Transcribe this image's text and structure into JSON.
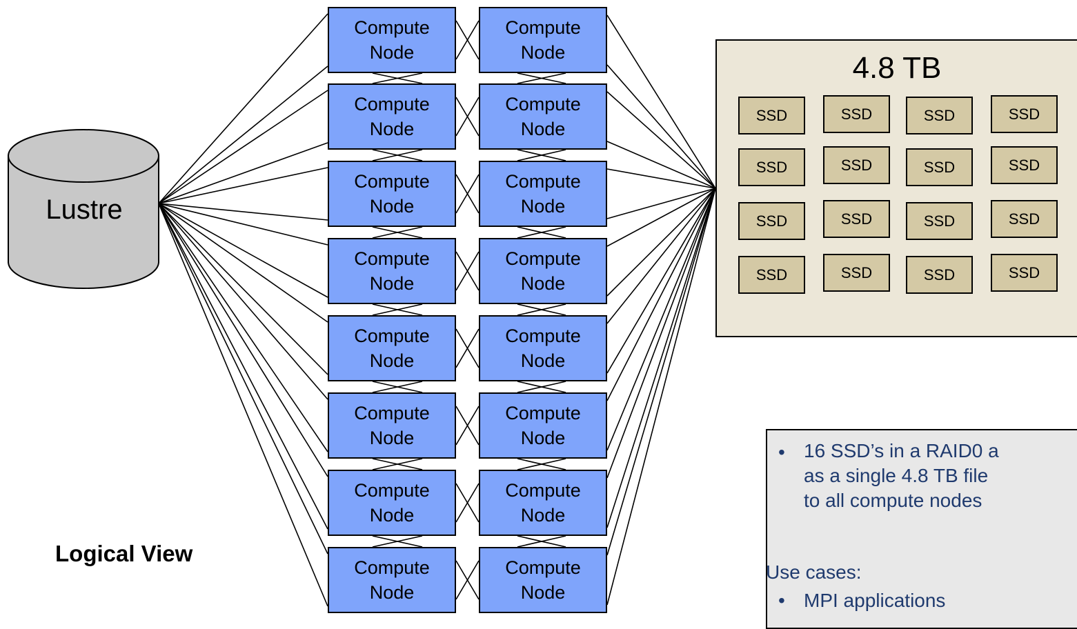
{
  "storage": {
    "label": "Lustre"
  },
  "view_label": "Logical View",
  "compute_node_label": "Compute\nNode",
  "ssd_array": {
    "capacity": "4.8 TB",
    "ssd_label": "SSD",
    "count": 16
  },
  "note": {
    "bullet": "•",
    "description": "16 SSD’s in a RAID0 a\nas a single 4.8 TB file\nto all compute nodes",
    "use_cases_label": "Use cases:",
    "use_cases": [
      "MPI applications"
    ]
  },
  "colors": {
    "node_fill": "#7fa4fb",
    "ssd_fill": "#d4c9a5",
    "panel_fill": "#ece7d8",
    "cylinder_fill": "#c8c8c8",
    "note_fill": "#e8e8e8",
    "note_text": "#1f3a6e"
  }
}
